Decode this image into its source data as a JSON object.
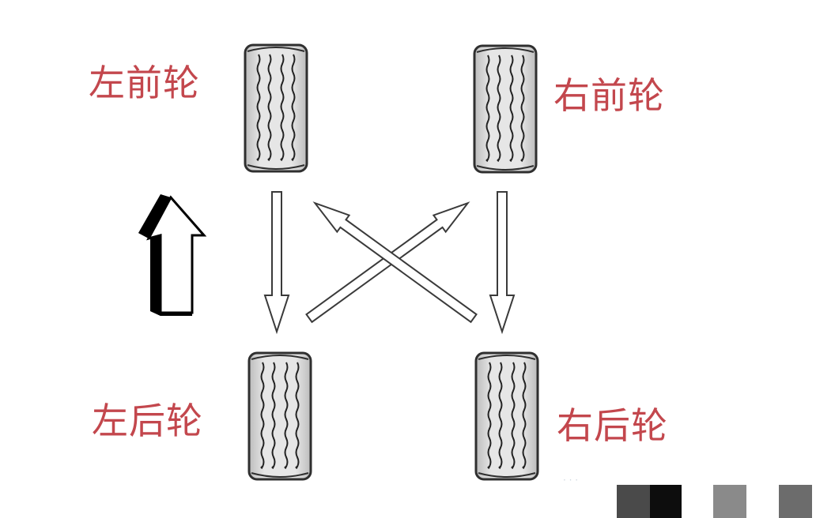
{
  "labels": {
    "left_front": "左前轮",
    "right_front": "右前轮",
    "left_rear": "左后轮",
    "right_rear": "右后轮"
  },
  "colors": {
    "label": "#c3474d",
    "tire_fill": "#dcdcdc",
    "tire_stroke": "#2f2f2f",
    "arrow_stroke": "#3a3a3a",
    "direction_arrow": "#000000"
  },
  "icons": {
    "direction": "forward-arrow-icon",
    "tire": "tire-icon"
  }
}
